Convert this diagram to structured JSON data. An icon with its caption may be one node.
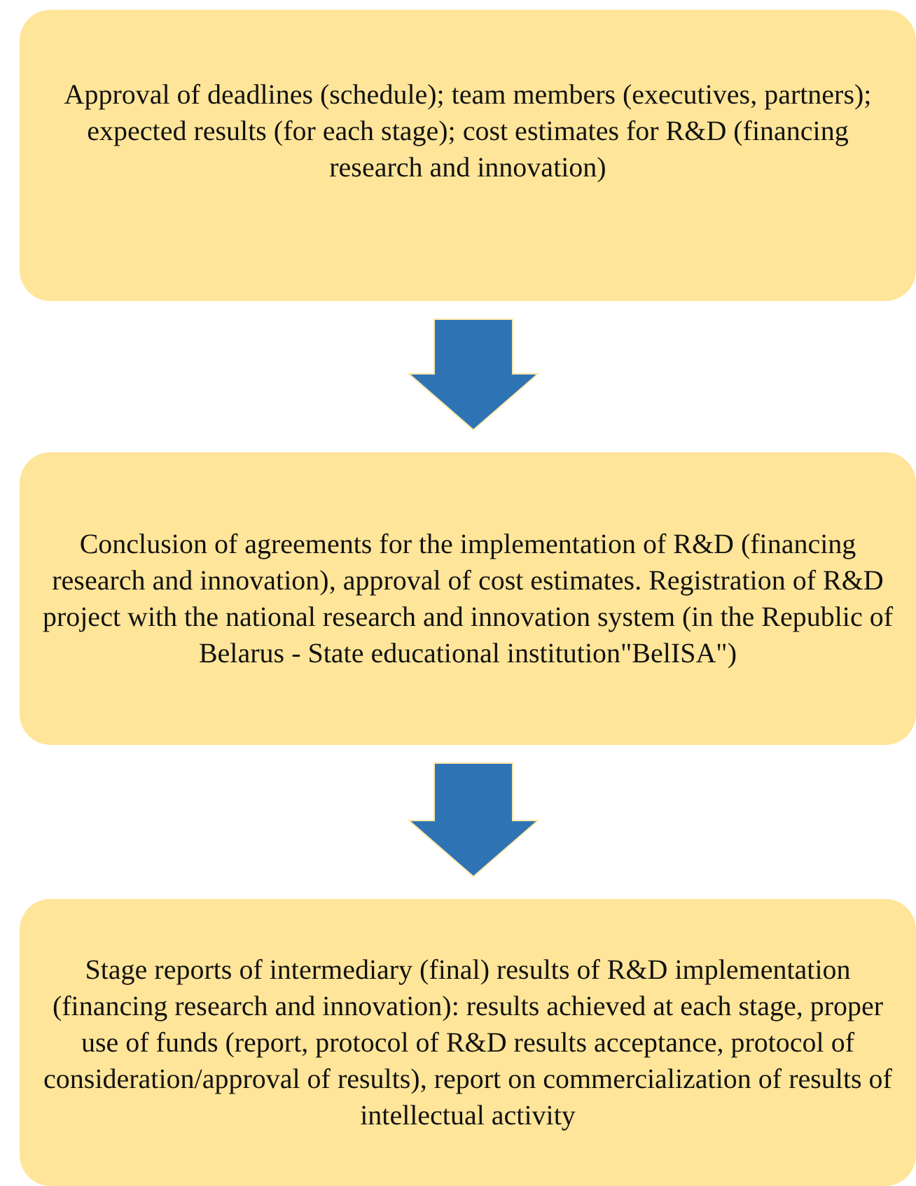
{
  "diagram": {
    "nodes": [
      {
        "text": [
          "Approval of deadlines (schedule); team members (executives, partners); expected results (for each stage); cost estimates for R&D (financing research and innovation)"
        ]
      },
      {
        "text": [
          "Conclusion of agreements for the implementation of R&D (financing research and innovation), approval of cost estimates. Registration of R&D project with the national research and innovation system (in the Republic of Belarus - State educational institution\"BelISA\")"
        ]
      },
      {
        "text": [
          "Stage reports of intermediary (final) results of R&D implementation (financing research and innovation): results achieved at each stage, proper use of funds (report, protocol of R&D results acceptance, protocol of consideration/approval of results), report on commercialization of results of intellectual activity"
        ]
      }
    ],
    "edges": [
      {
        "from": 0,
        "to": 1,
        "arrow": "to",
        "style": "thick",
        "color": "#2e74b5"
      },
      {
        "from": 1,
        "to": 2,
        "arrow": "to",
        "style": "thick",
        "color": "#2e74b5"
      }
    ]
  }
}
